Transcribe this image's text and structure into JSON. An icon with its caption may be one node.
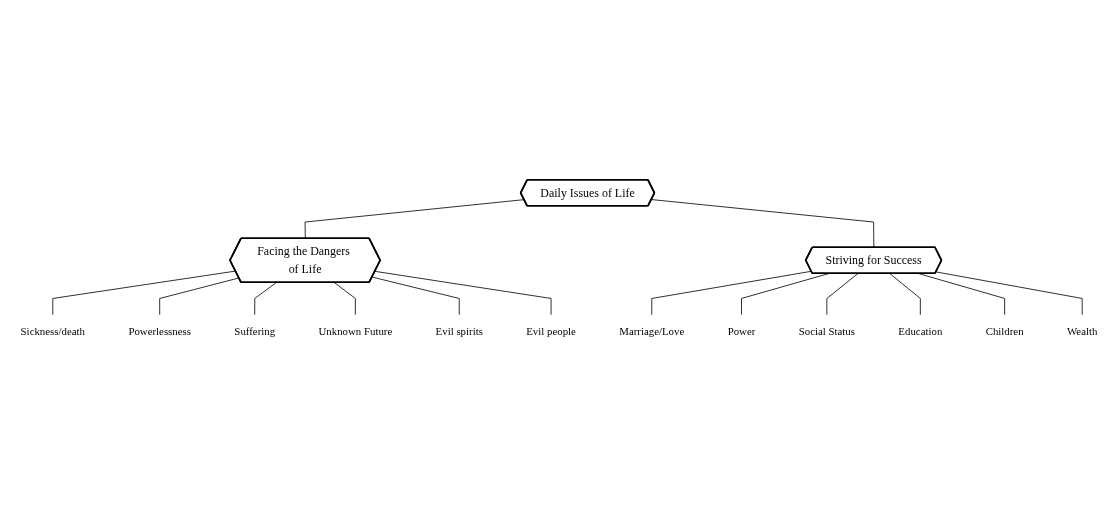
{
  "diagram": {
    "nodes": [
      {
        "text": [
          "Daily Issues of Life"
        ]
      },
      {
        "text": [
          "Facing the Dangers of Life"
        ]
      },
      {
        "text": [
          "Striving for Success"
        ]
      },
      {
        "text": [
          "Sickness/death"
        ]
      },
      {
        "text": [
          "Powerlessness"
        ]
      },
      {
        "text": [
          "Suffering"
        ]
      },
      {
        "text": [
          "Unknown Future"
        ]
      },
      {
        "text": [
          "Evil spirits"
        ]
      },
      {
        "text": [
          "Evil people"
        ]
      },
      {
        "text": [
          "Marriage/Love"
        ]
      },
      {
        "text": [
          "Power"
        ]
      },
      {
        "text": [
          "Social Status"
        ]
      },
      {
        "text": [
          "Education"
        ]
      },
      {
        "text": [
          "Children"
        ]
      },
      {
        "text": [
          "Wealth"
        ]
      }
    ],
    "edges": [
      {
        "from": 0,
        "to": 1,
        "arrow": "none"
      },
      {
        "from": 0,
        "to": 2,
        "arrow": "none"
      },
      {
        "from": 1,
        "to": 3,
        "arrow": "none"
      },
      {
        "from": 1,
        "to": 4,
        "arrow": "none"
      },
      {
        "from": 1,
        "to": 5,
        "arrow": "none"
      },
      {
        "from": 1,
        "to": 6,
        "arrow": "none"
      },
      {
        "from": 1,
        "to": 7,
        "arrow": "none"
      },
      {
        "from": 1,
        "to": 8,
        "arrow": "none"
      },
      {
        "from": 2,
        "to": 9,
        "arrow": "none"
      },
      {
        "from": 2,
        "to": 10,
        "arrow": "none"
      },
      {
        "from": 2,
        "to": 11,
        "arrow": "none"
      },
      {
        "from": 2,
        "to": 12,
        "arrow": "none"
      },
      {
        "from": 2,
        "to": 13,
        "arrow": "none"
      },
      {
        "from": 2,
        "to": 14,
        "arrow": "none"
      }
    ]
  }
}
